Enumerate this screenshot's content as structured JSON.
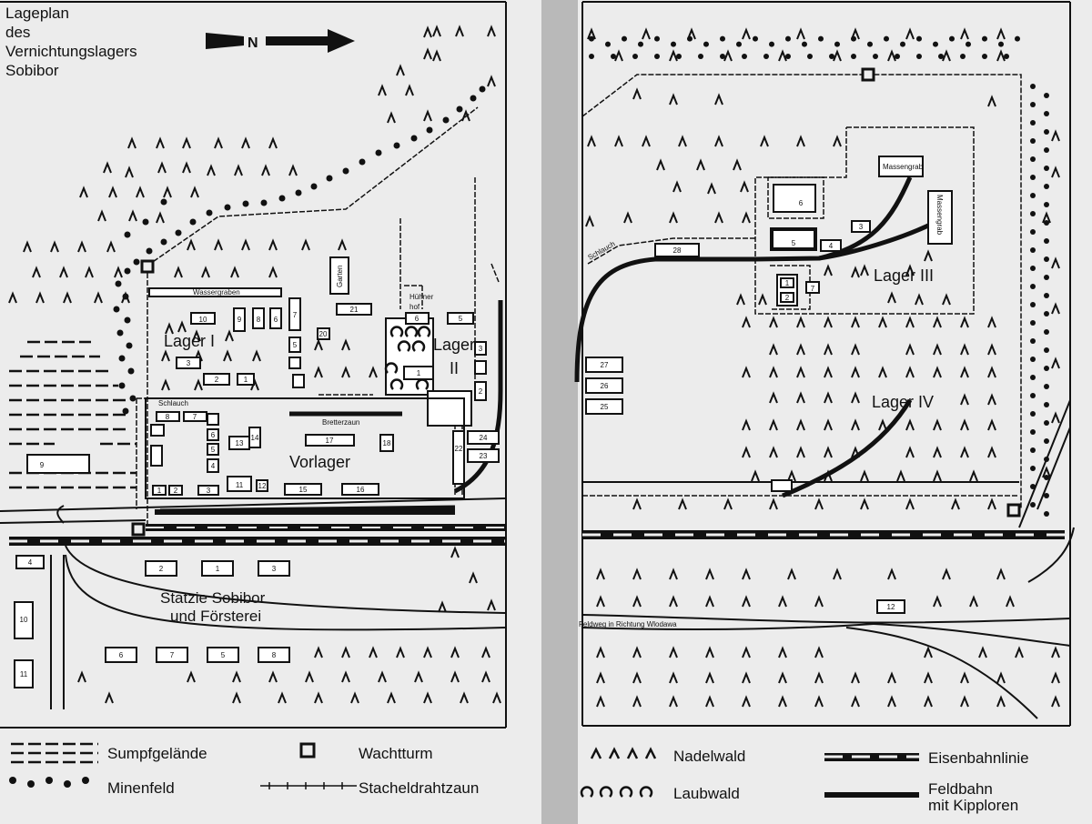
{
  "title_lines": [
    "Lageplan",
    "des",
    "Vernichtungslagers",
    "Sobibor"
  ],
  "north_label": "N",
  "areas": {
    "lager1": "Lager I",
    "lager2_a": "Lager",
    "lager2_b": "II",
    "vorlager": "Vorlager",
    "lager3": "Lager III",
    "lager4": "Lager IV",
    "station_a": "Statzie Sobibor",
    "station_b": "und Försterei"
  },
  "small_labels": {
    "wassergraben": "Wassergraben",
    "garten": "Garten",
    "huehnerhof_a": "Hühner",
    "huehnerhof_b": "hof",
    "schlauch_left": "Schlauch",
    "bretterzaun": "Bretterzaun",
    "schlauch_right": "Schlauch",
    "massengrab_1": "Massengrab",
    "massengrab_2": "Massengrab",
    "feldweg": "Feldweg in Richtung Wlodawa"
  },
  "building_numbers": {
    "l1_10": "10",
    "l1_9": "9",
    "l1_8": "8",
    "l1_6": "6",
    "l1_7": "7",
    "l1_5": "5",
    "l1_3": "3",
    "l1_2": "2",
    "l1_1": "1",
    "l1_20": "20",
    "l1_21": "21",
    "l2_6": "6",
    "l2_5": "5",
    "l2_1": "1",
    "l2_3": "3",
    "l2_2": "2",
    "v_8": "8",
    "v_7": "7",
    "v_6": "6",
    "v_5": "5",
    "v_4": "4",
    "v_13": "13",
    "v_14": "14",
    "v_1": "1",
    "v_2": "2",
    "v_3": "3",
    "v_11": "11",
    "v_12": "12",
    "v_15": "15",
    "v_16": "16",
    "v_17": "17",
    "v_18": "18",
    "v_22": "22",
    "v_23": "23",
    "v_24": "24",
    "v_w9": "9",
    "s_2": "2",
    "s_1": "1",
    "s_3": "3",
    "s_4": "4",
    "s_10": "10",
    "s_11": "11",
    "s_6": "6",
    "s_7": "7",
    "s_5": "5",
    "s_8": "8",
    "r_28": "28",
    "r_27": "27",
    "r_26": "26",
    "r_25": "25",
    "l3_6": "6",
    "l3_5": "5",
    "l3_4": "4",
    "l3_3": "3",
    "l3_1": "1",
    "l3_2": "2",
    "l3_7": "7",
    "r_12": "12"
  },
  "legend": {
    "swamp": "Sumpfgelände",
    "minefield": "Minenfeld",
    "watchtower": "Wachtturm",
    "barbed_wire": "Stacheldrahtzaun",
    "conifer": "Nadelwald",
    "deciduous": "Laubwald",
    "railway": "Eisenbahnlinie",
    "field_railway_a": "Feldbahn",
    "field_railway_b": "mit Kipploren"
  },
  "colors": {
    "paper": "#ececec",
    "ink": "#111111",
    "gutter": "#b9b9b9"
  }
}
